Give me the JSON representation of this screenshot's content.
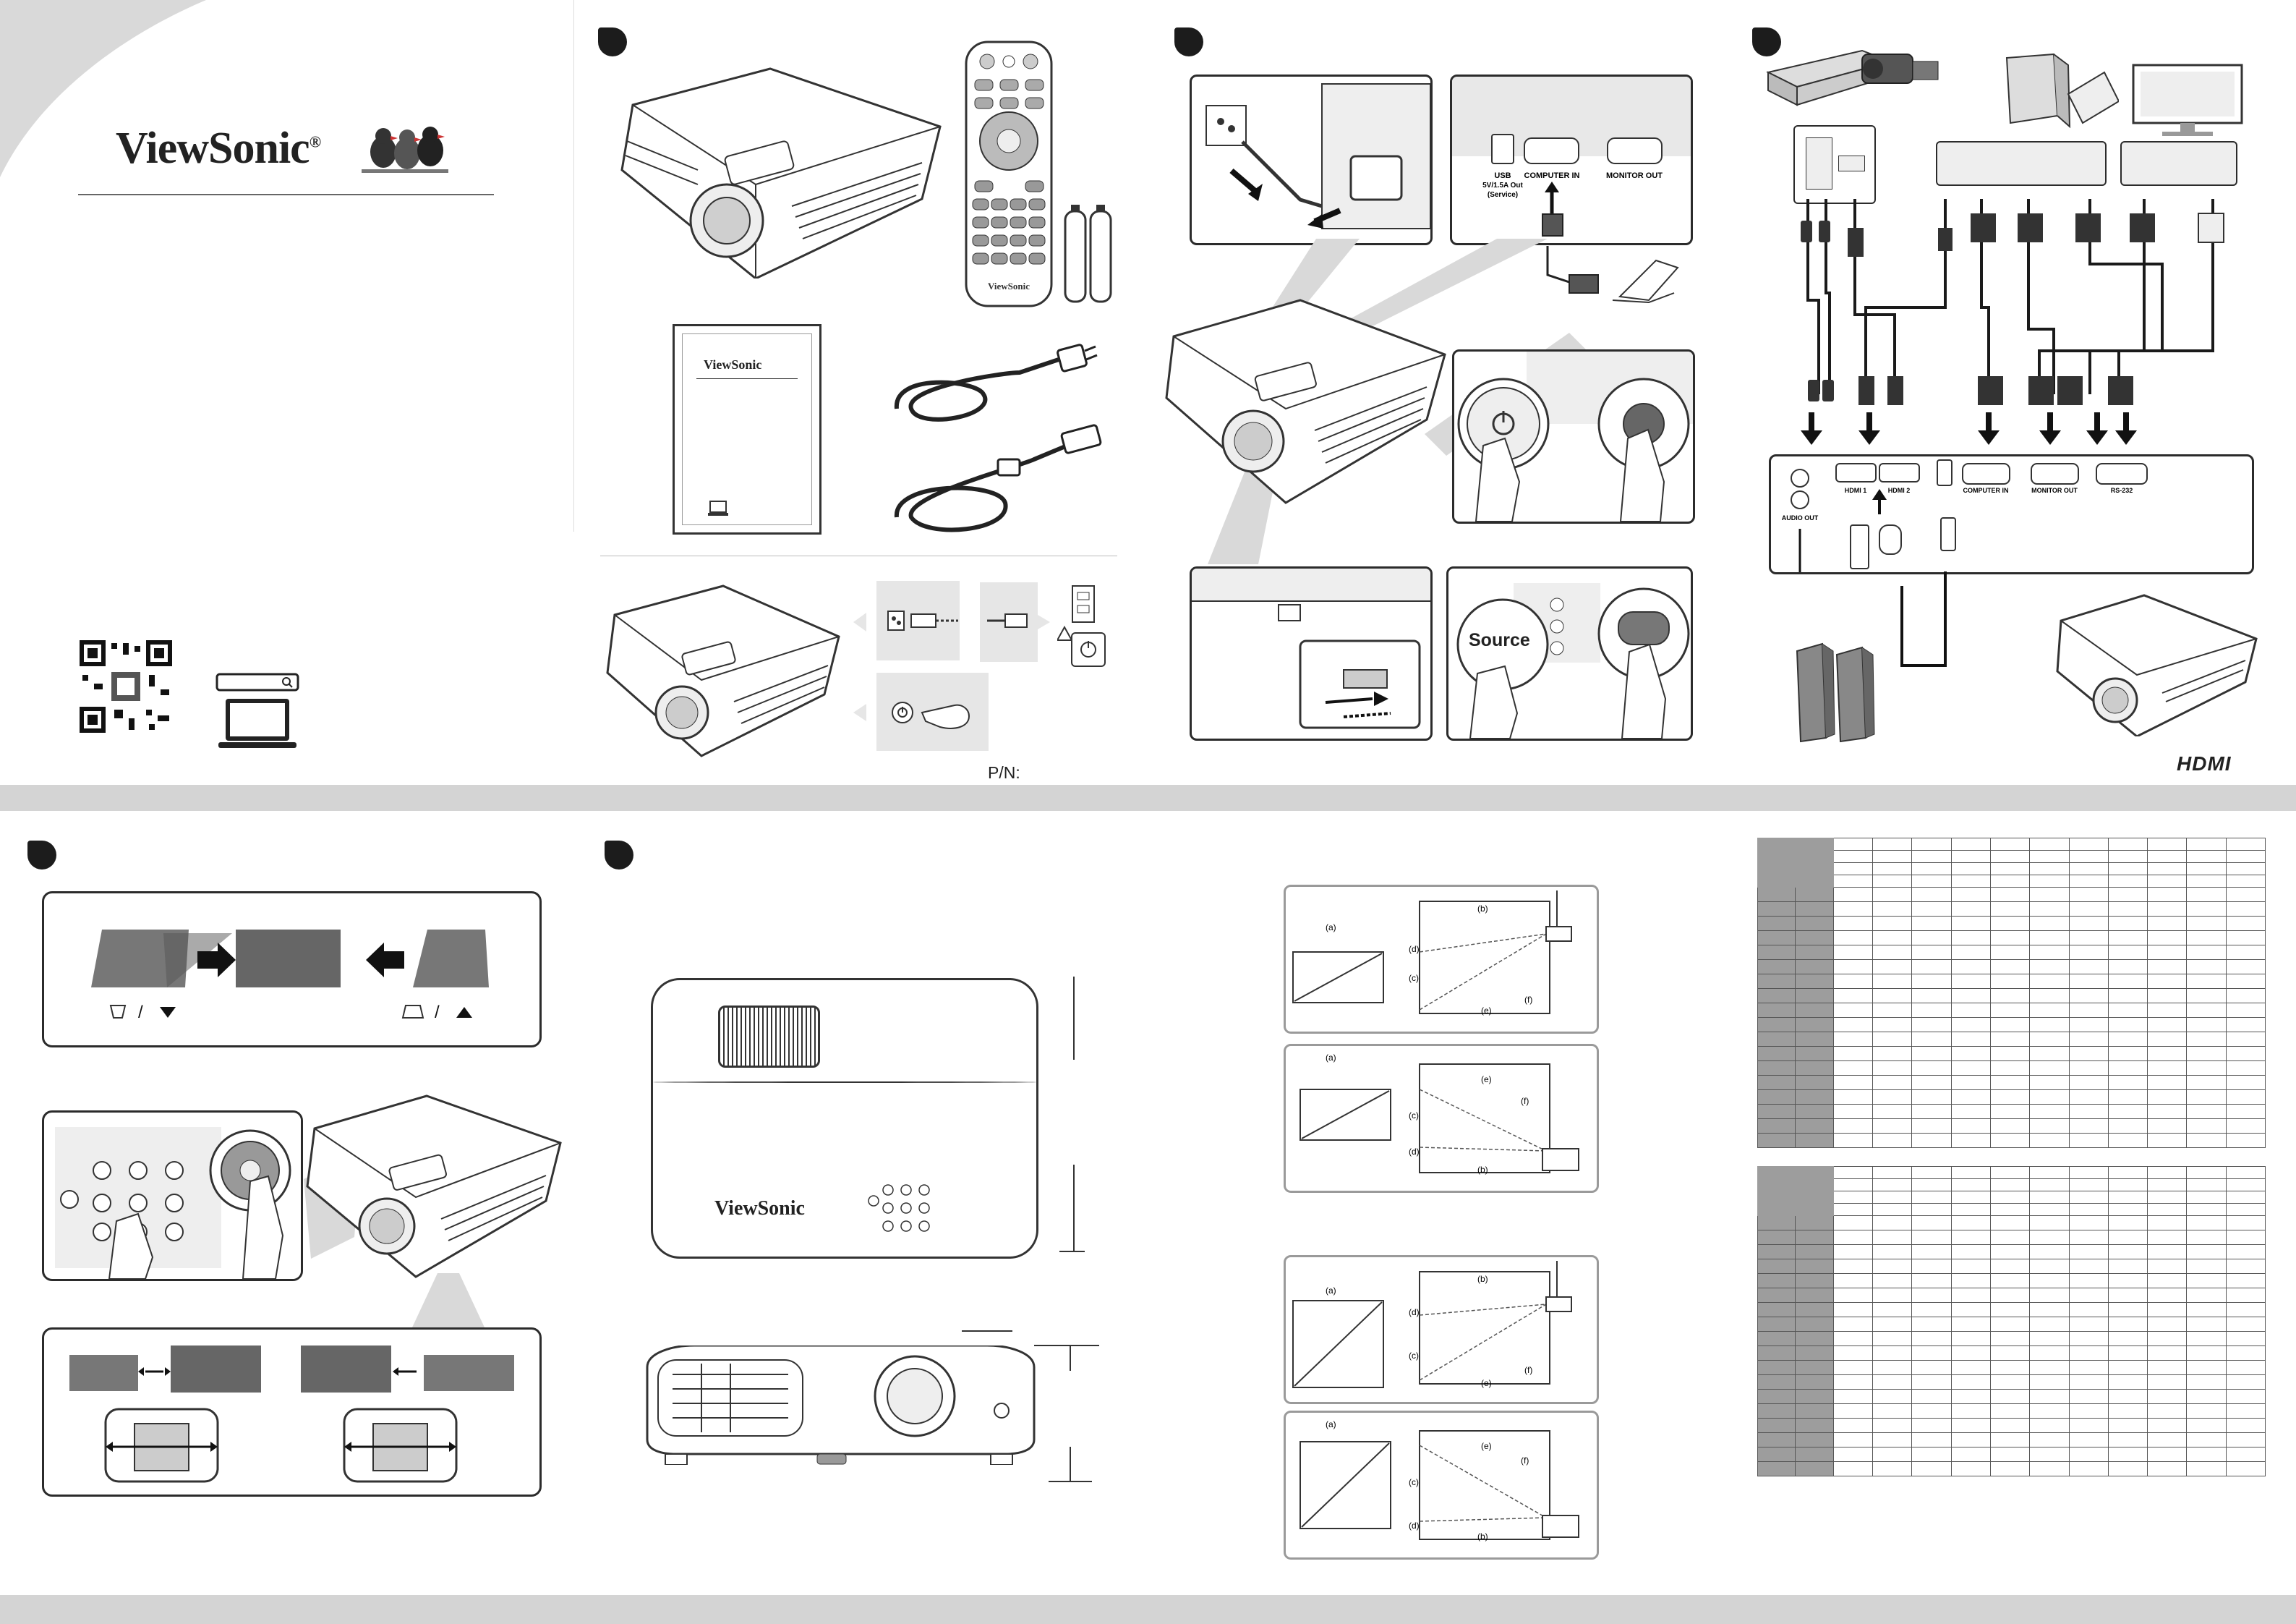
{
  "cover": {
    "brand_name": "ViewSonic",
    "registered_mark": "®"
  },
  "manual": {
    "brand_name": "ViewSonic"
  },
  "remote": {
    "brand_name": "ViewSonic"
  },
  "connections": {
    "usb_label": "USB",
    "usb_sub": "5V/1.5A Out",
    "usb_service": "(Service)",
    "computer_in": "COMPUTER IN",
    "monitor_out": "MONITOR OUT",
    "hdmi1": "HDMI 1",
    "hdmi2": "HDMI 2",
    "audio_out": "AUDIO OUT",
    "rs232": "RS-232",
    "hdmi_logo": "HDMI"
  },
  "power": {
    "power_icon": "power-icon"
  },
  "source_button": {
    "label": "Source"
  },
  "dimensions": {
    "brand_name": "ViewSonic"
  },
  "projection_diagram": {
    "label_a": "(a)",
    "label_b": "(b)",
    "label_c": "(c)",
    "label_d": "(d)",
    "label_e": "(e)",
    "label_f": "(f)"
  },
  "footer": {
    "part_number_label": "P/N:"
  },
  "colors": {
    "dark": "#2b2b2b",
    "band": "#d4d4d4",
    "table_header": "#9d9d9d"
  }
}
